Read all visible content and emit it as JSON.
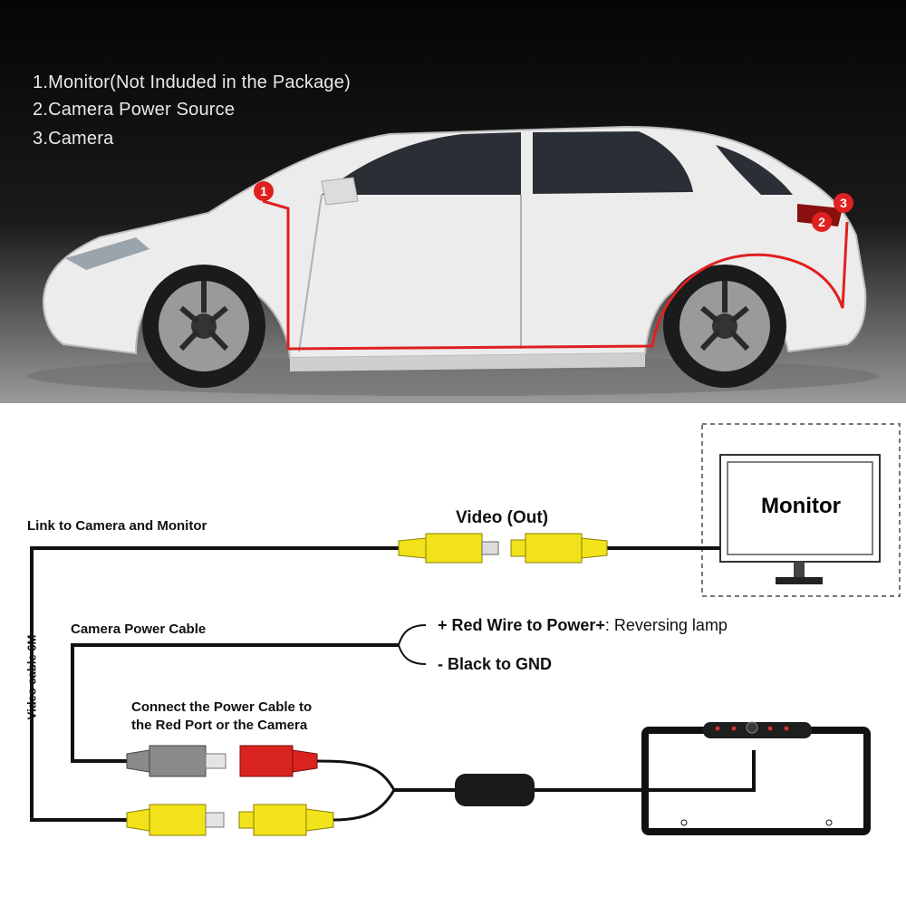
{
  "legend": {
    "item1": "1.Monitor(Not Induded in the Package)",
    "item2": "2.Camera Power Source",
    "item3": "3.Camera"
  },
  "markers": {
    "m1": "1",
    "m2": "2",
    "m3": "3"
  },
  "diagram": {
    "link_label": "Link to Camera and Monitor",
    "video_out": "Video (Out)",
    "monitor": "Monitor",
    "power_cable": "Camera Power Cable",
    "red_wire_bold": "+ Red Wire to Power+",
    "red_wire_rest": ": Reversing lamp",
    "black_gnd": "- Black to GND",
    "connect_line1": "Connect the Power Cable to",
    "connect_line2": "the Red Port or the Camera",
    "video_cable": "Video cable 6M"
  },
  "colors": {
    "wire_red": "#e02020",
    "plug_yellow": "#f2e21a",
    "plug_red": "#d8231f",
    "plug_gray": "#8a8a8a"
  }
}
